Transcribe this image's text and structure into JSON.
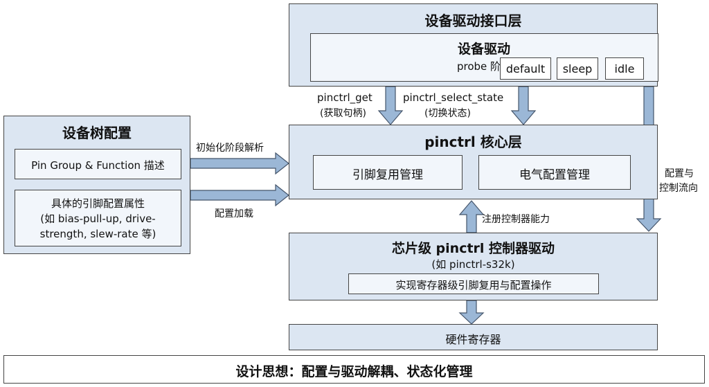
{
  "top_layer": {
    "title": "设备驱动接口层",
    "driver": {
      "title": "设备驱动",
      "subtitle": "probe 阶段",
      "states": [
        "default",
        "sleep",
        "idle"
      ]
    }
  },
  "core_layer": {
    "title": "pinctrl 核心层",
    "modules": [
      "引脚复用管理",
      "电气配置管理"
    ]
  },
  "dt_config": {
    "title": "设备树配置",
    "item1": "Pin Group & Function 描述",
    "item2_lines": [
      "具体的引脚配置属性",
      "(如 bias-pull-up, drive-",
      "strength, slew-rate 等)"
    ]
  },
  "chip_layer": {
    "title": "芯片级 pinctrl 控制器驱动",
    "subtitle": "(如 pinctrl-s32k)",
    "impl": "实现寄存器级引脚复用与配置操作"
  },
  "hardware": {
    "label": "硬件寄存器"
  },
  "footer": {
    "text": "设计思想：配置与驱动解耦、状态化管理"
  },
  "arrow_labels": {
    "pinctrl_get": [
      "pinctrl_get",
      "(获取句柄)"
    ],
    "pinctrl_select_state": [
      "pinctrl_select_state",
      "(切换状态)"
    ],
    "init_parse": "初始化阶段解析",
    "config_load": "配置加载",
    "register_ctrl": "注册控制器能力",
    "config_flow": [
      "配置与",
      "控制流向"
    ]
  },
  "colors": {
    "layer_fill": "#dce6f2",
    "arrow_fill": "#9bb7d6",
    "border": "#444444"
  }
}
